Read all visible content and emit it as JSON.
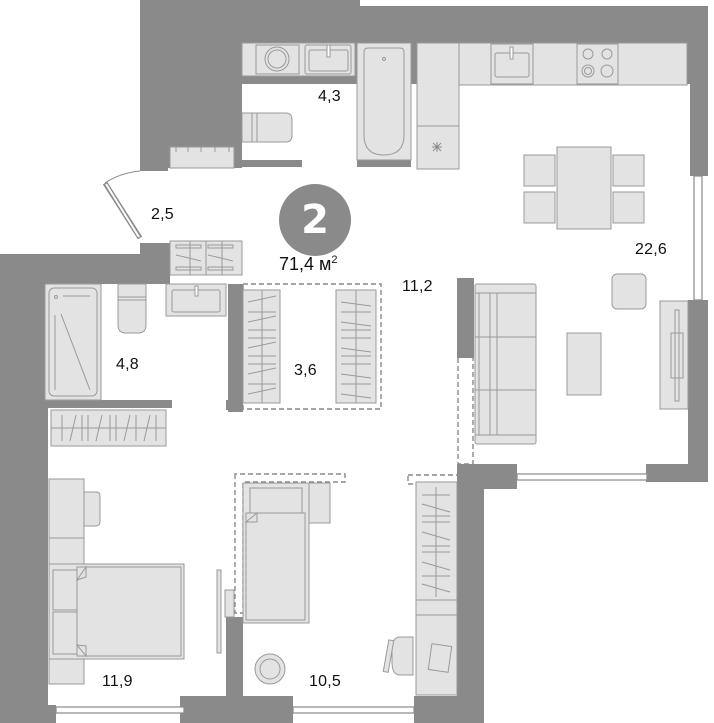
{
  "plan": {
    "rooms_count": "2",
    "total_area": "71,4 м",
    "total_area_unit_sup": "2",
    "colors": {
      "wall": "#8a8a8a",
      "furniture": "#e3e3e3",
      "badge": "#8a8a8a",
      "background": "#ffffff"
    }
  },
  "rooms": [
    {
      "id": "bathroom-top",
      "area": "4,3"
    },
    {
      "id": "entrance-hall",
      "area": "2,5"
    },
    {
      "id": "bathroom-left",
      "area": "4,8"
    },
    {
      "id": "wardrobe",
      "area": "3,6"
    },
    {
      "id": "hallway",
      "area": "11,2"
    },
    {
      "id": "kitchen-living",
      "area": "22,6"
    },
    {
      "id": "bedroom",
      "area": "11,9"
    },
    {
      "id": "children-room",
      "area": "10,5"
    }
  ]
}
